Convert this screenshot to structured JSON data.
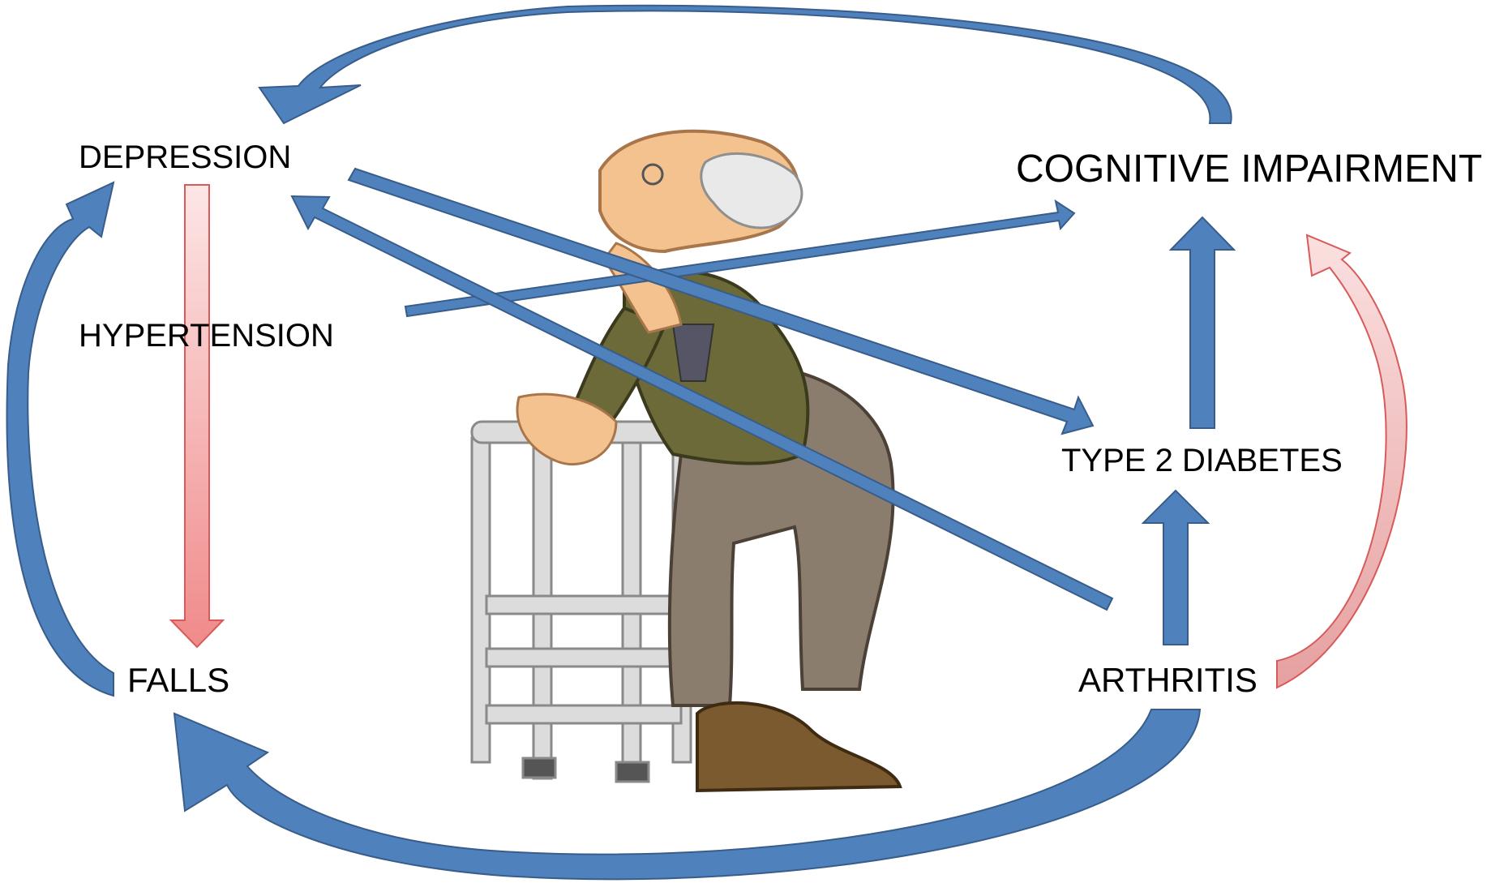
{
  "nodes": {
    "depression": "DEPRESSION",
    "hypertension": "HYPERTENSION",
    "falls": "FALLS",
    "cognitive_impairment": "COGNITIVE IMPAIRMENT",
    "type2_diabetes": "TYPE 2 DIABETES",
    "arthritis": "ARTHRITIS"
  },
  "edges": [
    {
      "from": "cognitive_impairment",
      "to": "depression",
      "style": "strong"
    },
    {
      "from": "arthritis",
      "to": "falls",
      "style": "strong"
    },
    {
      "from": "falls",
      "to": "depression",
      "style": "strong"
    },
    {
      "from": "depression",
      "to": "falls",
      "style": "weak"
    },
    {
      "from": "arthritis",
      "to": "cognitive_impairment",
      "style": "weak"
    },
    {
      "from": "hypertension",
      "to": "cognitive_impairment",
      "style": "strong"
    },
    {
      "from": "depression",
      "to": "type2_diabetes",
      "style": "strong"
    },
    {
      "from": "arthritis",
      "to": "depression",
      "style": "strong"
    },
    {
      "from": "type2_diabetes",
      "to": "cognitive_impairment",
      "style": "strong"
    },
    {
      "from": "arthritis",
      "to": "type2_diabetes",
      "style": "strong"
    }
  ],
  "colors": {
    "strong_arrow": "#4f81bd",
    "strong_arrow_edge": "#385d8a",
    "weak_arrow": "#f4a3a3",
    "weak_arrow_edge": "#d85a5a"
  },
  "illustration": "elderly-man-with-walker"
}
